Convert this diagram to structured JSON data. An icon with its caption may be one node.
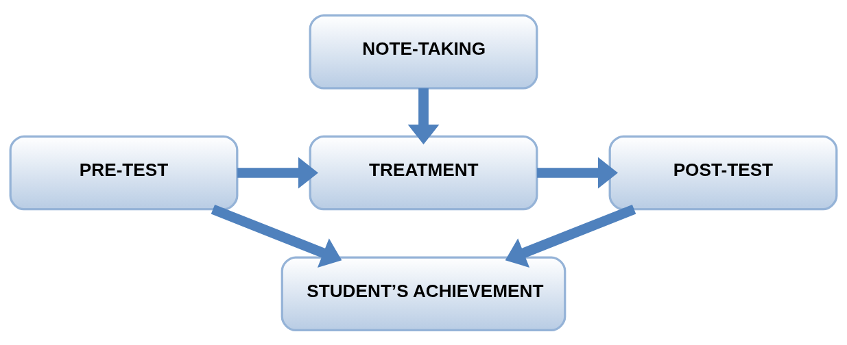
{
  "diagram": {
    "nodes": [
      {
        "text": [
          "NOTE-TAKING"
        ]
      },
      {
        "text": [
          "PRE-TEST"
        ]
      },
      {
        "text": [
          "TREATMENT"
        ]
      },
      {
        "text": [
          "POST-TEST"
        ]
      },
      {
        "text": [
          "STUDENT’S ACHIEVEMENT"
        ]
      }
    ],
    "edges": [
      {
        "from": 0,
        "to": 2,
        "arrow": "to"
      },
      {
        "from": 1,
        "to": 2,
        "arrow": "to"
      },
      {
        "from": 2,
        "to": 3,
        "arrow": "to"
      },
      {
        "from": 1,
        "to": 4,
        "arrow": "to"
      },
      {
        "from": 3,
        "to": 4,
        "arrow": "to"
      }
    ]
  }
}
